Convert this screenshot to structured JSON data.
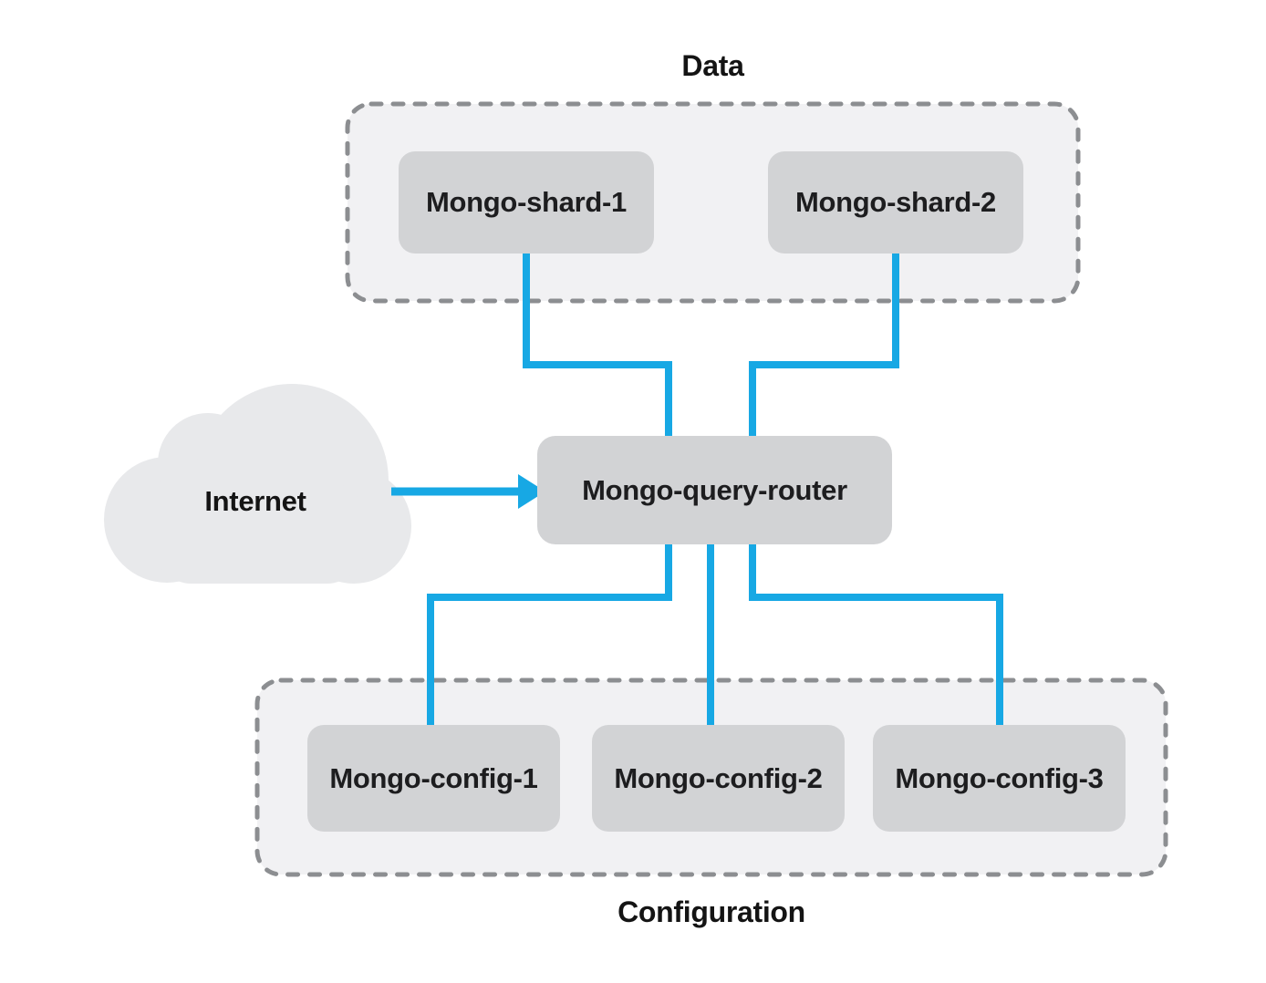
{
  "colors": {
    "connector": "#17a8e4",
    "node_fill": "#d2d3d5",
    "node_text": "#1d1d1f",
    "group_fill": "#f1f1f3",
    "group_border": "#8c8e91",
    "cloud_fill": "#e8e9eb",
    "label_text": "#141414",
    "background": "#ffffff"
  },
  "groups": {
    "data": {
      "label": "Data"
    },
    "configuration": {
      "label": "Configuration"
    }
  },
  "cloud": {
    "label": "Internet"
  },
  "nodes": {
    "shard1": {
      "label": "Mongo-shard-1"
    },
    "shard2": {
      "label": "Mongo-shard-2"
    },
    "router": {
      "label": "Mongo-query-router"
    },
    "config1": {
      "label": "Mongo-config-1"
    },
    "config2": {
      "label": "Mongo-config-2"
    },
    "config3": {
      "label": "Mongo-config-3"
    }
  },
  "edges": [
    {
      "from": "Mongo-shard-1",
      "to": "Mongo-query-router",
      "arrow": false
    },
    {
      "from": "Mongo-shard-2",
      "to": "Mongo-query-router",
      "arrow": false
    },
    {
      "from": "Internet",
      "to": "Mongo-query-router",
      "arrow": true
    },
    {
      "from": "Mongo-query-router",
      "to": "Mongo-config-1",
      "arrow": false
    },
    {
      "from": "Mongo-query-router",
      "to": "Mongo-config-2",
      "arrow": false
    },
    {
      "from": "Mongo-query-router",
      "to": "Mongo-config-3",
      "arrow": false
    }
  ]
}
